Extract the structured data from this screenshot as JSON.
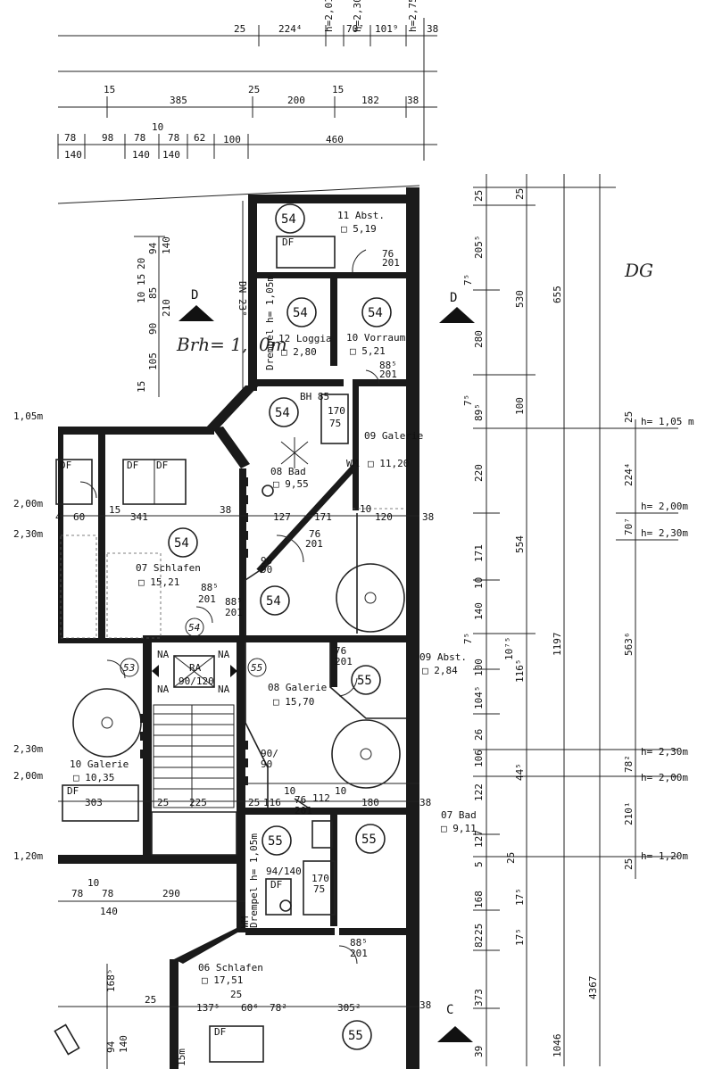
{
  "handwritten": {
    "level": "DG",
    "sill_note": "Brh= 1,10m"
  },
  "units": [
    "54",
    "54",
    "54",
    "54",
    "54",
    "54",
    "55",
    "55",
    "55",
    "55",
    "55",
    "54",
    "53",
    "55"
  ],
  "rooms": [
    {
      "name": "11 Abst.",
      "area": "□ 5,19"
    },
    {
      "name": "12 Loggia",
      "area": "□ 2,80"
    },
    {
      "name": "10 Vorraum",
      "area": "□ 5,21"
    },
    {
      "name": "08 Bad",
      "area": "□ 9,55"
    },
    {
      "name": "09 Galerie",
      "area": "□ 11,20"
    },
    {
      "name": "07 Schlafen",
      "area": "□ 15,21"
    },
    {
      "name": "08 Galerie",
      "area": "□ 15,70"
    },
    {
      "name": "09 Abst.",
      "area": "□ 2,84"
    },
    {
      "name": "10 Galerie",
      "area": "□ 10,35"
    },
    {
      "name": "07 Bad",
      "area": "□ 9,11"
    },
    {
      "name": "06 Schlafen",
      "area": "□ 17,51"
    }
  ],
  "labels": {
    "section_d": "D",
    "section_c": "C",
    "dn": "DN 23°",
    "drempel": "Drempel h= 1,05m",
    "bh": "BH 85",
    "df": "DF",
    "na": "NA",
    "ra": "RA",
    "ra_size": "90/120",
    "wm": "WM"
  },
  "top_dims": {
    "row1": [
      "25",
      "224⁴",
      "h=2,01",
      "70⁷",
      "h=2,30",
      "101⁹",
      "h=2,75",
      "38"
    ],
    "row2": [
      "15",
      "385",
      "25",
      "200",
      "15",
      "182",
      "38"
    ],
    "row3_top": [
      "78",
      "98",
      "78",
      "10",
      "78",
      "62",
      "100",
      "460"
    ],
    "row3_bottom": [
      "140",
      "140",
      "140"
    ]
  },
  "right_dims": {
    "col1": [
      "25",
      "205⁵",
      "7⁵",
      "280",
      "7⁵",
      "89⁵",
      "220",
      "171",
      "10",
      "140",
      "7⁵",
      "100",
      "104⁵",
      "26",
      "106",
      "122",
      "127",
      "5",
      "168",
      "25",
      "82",
      "373",
      "39"
    ],
    "col2": [
      "25",
      "530",
      "100",
      "554",
      "10⁷⁵",
      "116⁵",
      "44⁵",
      "17⁵",
      "25",
      "17⁵"
    ],
    "col3": [
      "655",
      "1197",
      "4367",
      "1046"
    ],
    "col4": [
      "25",
      "224⁴",
      "70⁷",
      "563⁶",
      "78²",
      "210¹",
      "25"
    ],
    "heights": [
      "h= 1,05 m",
      "h= 2,00m",
      "h= 2,30m",
      "h= 2,30m",
      "h= 2,00m",
      "h= 1,20m"
    ]
  },
  "left_dims": {
    "vert": [
      "94",
      "140",
      "15",
      "20",
      "85",
      "10",
      "210",
      "90",
      "105",
      "15"
    ],
    "row_a": [
      "4",
      "60",
      "15",
      "341",
      "38"
    ],
    "row_b": [
      "127",
      "171",
      "10",
      "120",
      "38"
    ],
    "lefthead": [
      "1,05m",
      "2,00m",
      "2,30m",
      "2,30m",
      "2,00m",
      "1,20m"
    ],
    "door": [
      "76",
      "201",
      "88⁵",
      "201",
      "88⁵",
      "201",
      "88⁵",
      "201",
      "76",
      "201",
      "90",
      "90",
      "76",
      "201",
      "90/",
      "90",
      "170",
      "75",
      "170",
      "75",
      "94/140",
      "76",
      "201",
      "88⁵",
      "201"
    ],
    "lower": [
      "303",
      "25",
      "225",
      "25",
      "116",
      "112",
      "10",
      "180",
      "38",
      "10"
    ],
    "bottom": [
      "78",
      "10",
      "78",
      "140",
      "290",
      "168⁵",
      "25",
      "137⁵",
      "25",
      "60⁶",
      "78²",
      "305²",
      "38",
      "94",
      "140",
      "15m"
    ]
  }
}
